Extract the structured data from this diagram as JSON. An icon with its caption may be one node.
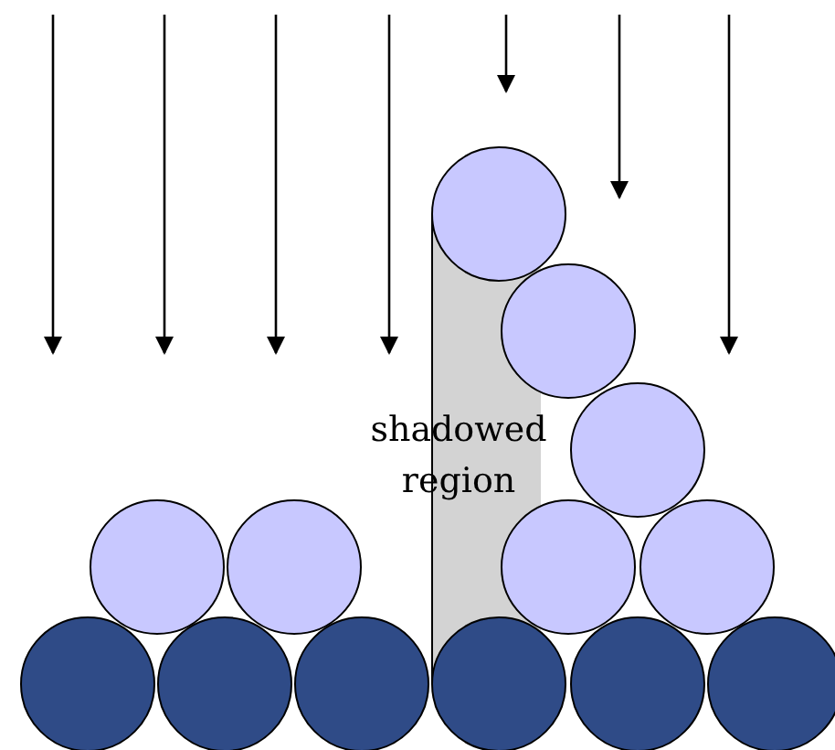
{
  "diagram": {
    "nodes": [
      {
        "text": [
          "shadowed region"
        ]
      },
      {
        "text": [],
        "shape": "circle"
      },
      {
        "text": [],
        "shape": "circle"
      },
      {
        "text": [],
        "shape": "circle"
      },
      {
        "text": [],
        "shape": "circle"
      },
      {
        "text": [],
        "shape": "circle"
      },
      {
        "text": [],
        "shape": "circle"
      },
      {
        "text": [],
        "shape": "circle"
      },
      {
        "text": [],
        "shape": "circle"
      },
      {
        "text": [],
        "shape": "circle"
      },
      {
        "text": [],
        "shape": "circle"
      },
      {
        "text": [],
        "shape": "circle"
      },
      {
        "text": [],
        "shape": "circle"
      },
      {
        "text": [],
        "shape": "circle"
      }
    ]
  }
}
